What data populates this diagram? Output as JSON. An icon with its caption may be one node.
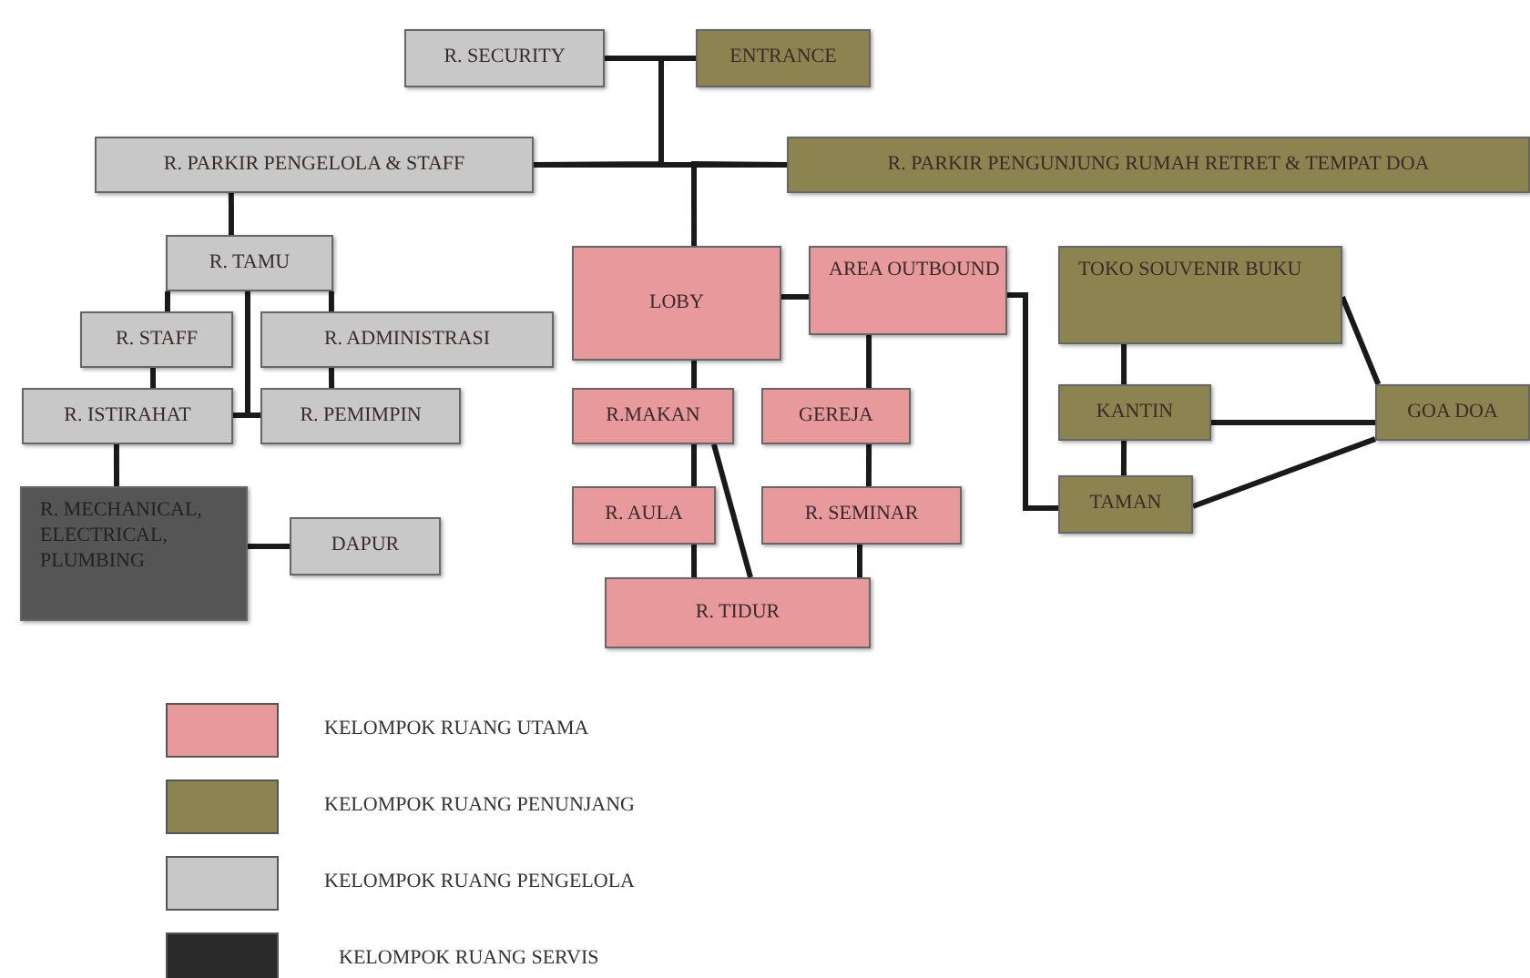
{
  "diagram": {
    "nodes": [
      {
        "text": [
          "R. SECURITY"
        ]
      },
      {
        "text": [
          "ENTRANCE"
        ]
      },
      {
        "text": [
          "R. PARKIR PENGELOLA & STAFF"
        ]
      },
      {
        "text": [
          "R. PARKIR PENGUNJUNG RUMAH RETRET & TEMPAT DOA"
        ]
      },
      {
        "text": [
          "R. TAMU"
        ]
      },
      {
        "text": [
          "R. STAFF"
        ]
      },
      {
        "text": [
          "R. ADMINISTRASI"
        ]
      },
      {
        "text": [
          "R. ISTIRAHAT"
        ]
      },
      {
        "text": [
          "R. PEMIMPIN"
        ]
      },
      {
        "text": [
          "R. MECHANICAL, ELECTRICAL, PLUMBING"
        ]
      },
      {
        "text": [
          "DAPUR"
        ]
      },
      {
        "text": [
          "LOBY"
        ]
      },
      {
        "text": [
          "AREA OUTBOUND"
        ]
      },
      {
        "text": [
          "R.MAKAN"
        ]
      },
      {
        "text": [
          "GEREJA"
        ]
      },
      {
        "text": [
          "R. AULA"
        ]
      },
      {
        "text": [
          "R. SEMINAR"
        ]
      },
      {
        "text": [
          "R. TIDUR"
        ]
      },
      {
        "text": [
          "TOKO SOUVENIR BUKU"
        ]
      },
      {
        "text": [
          "KANTIN"
        ]
      },
      {
        "text": [
          "TAMAN"
        ]
      },
      {
        "text": [
          "GOA DOA"
        ]
      }
    ],
    "edges": [
      {
        "from": 0,
        "to": 1,
        "arrow": "none"
      },
      {
        "from": 0,
        "to": 2,
        "arrow": "none"
      },
      {
        "from": 2,
        "to": 3,
        "arrow": "none"
      },
      {
        "from": 3,
        "to": 11,
        "arrow": "none"
      },
      {
        "from": 2,
        "to": 4,
        "arrow": "none"
      },
      {
        "from": 4,
        "to": 5,
        "arrow": "none"
      },
      {
        "from": 4,
        "to": 6,
        "arrow": "none"
      },
      {
        "from": 4,
        "to": 7,
        "arrow": "none"
      },
      {
        "from": 4,
        "to": 8,
        "arrow": "none"
      },
      {
        "from": 5,
        "to": 7,
        "arrow": "none"
      },
      {
        "from": 6,
        "to": 8,
        "arrow": "none"
      },
      {
        "from": 7,
        "to": 9,
        "arrow": "none"
      },
      {
        "from": 9,
        "to": 10,
        "arrow": "none"
      },
      {
        "from": 11,
        "to": 12,
        "arrow": "none"
      },
      {
        "from": 11,
        "to": 13,
        "arrow": "none"
      },
      {
        "from": 13,
        "to": 15,
        "arrow": "none"
      },
      {
        "from": 13,
        "to": 17,
        "arrow": "none"
      },
      {
        "from": 15,
        "to": 17,
        "arrow": "none"
      },
      {
        "from": 12,
        "to": 14,
        "arrow": "none"
      },
      {
        "from": 14,
        "to": 16,
        "arrow": "none"
      },
      {
        "from": 16,
        "to": 17,
        "arrow": "none"
      },
      {
        "from": 12,
        "to": 20,
        "arrow": "none"
      },
      {
        "from": 18,
        "to": 19,
        "arrow": "none"
      },
      {
        "from": 19,
        "to": 20,
        "arrow": "none"
      },
      {
        "from": 19,
        "to": 21,
        "arrow": "none"
      },
      {
        "from": 18,
        "to": 21,
        "arrow": "none"
      },
      {
        "from": 20,
        "to": 21,
        "arrow": "none"
      }
    ],
    "legend": [
      {
        "text": "KELOMPOK RUANG UTAMA",
        "color": "#e8999b"
      },
      {
        "text": "KELOMPOK RUANG PENUNJANG",
        "color": "#8c8450"
      },
      {
        "text": "KELOMPOK RUANG PENGELOLA",
        "color": "#c8c8c8"
      },
      {
        "text": "KELOMPOK RUANG SERVIS",
        "color": "#2a2a2a"
      }
    ]
  }
}
